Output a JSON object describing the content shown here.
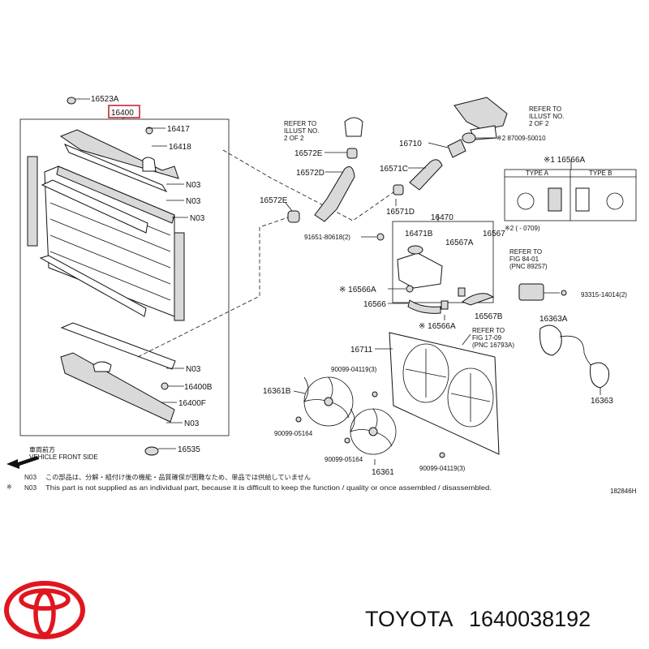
{
  "highlight_color": "#c0182c",
  "logo_color": "#e0161e",
  "labels": {
    "p16523A": "16523A",
    "p16400": "16400",
    "p16417": "16417",
    "p16418": "16418",
    "n03a": "N03",
    "n03b": "N03",
    "n03c": "N03",
    "n03d": "N03",
    "n03e": "N03",
    "p16400B": "16400B",
    "p16400F": "16400F",
    "p16535": "16535",
    "p16572E_a": "16572E",
    "p16572D": "16572D",
    "p16572E_b": "16572E",
    "p16710": "16710",
    "p16571C": "16571C",
    "p16571D": "16571D",
    "p16470": "16470",
    "p16471B": "16471B",
    "p16567A": "16567A",
    "p16567": "16567",
    "p91651": "91651-80618(2)",
    "p16566A_a": "※ 16566A",
    "p16566": "16566",
    "p16566A_b": "※ 16566A",
    "p16567B": "16567B",
    "p16711": "16711",
    "p90099a": "90099-04119(3)",
    "p16361B": "16361B",
    "p90099b": "90099-05164",
    "p90099c": "90099-05164",
    "p16361": "16361",
    "p90099d": "90099-04119(3)",
    "p16363A": "16363A",
    "p16363": "16363",
    "p93315": "93315-14014(2)",
    "p87009": "※2 87009-50010",
    "p16566A_c": "※1 16566A",
    "p_note2": "※2 (     -   0709)",
    "type_a": "TYPE A",
    "type_b": "TYPE B"
  },
  "refer1": [
    "REFER TO",
    "ILLUST NO.",
    "2 OF 2"
  ],
  "refer2": [
    "REFER TO",
    "ILLUST NO.",
    "2 OF 2"
  ],
  "refer3": [
    "REFER TO",
    "FIG 84-01",
    "(PNC 89257)"
  ],
  "refer4": [
    "REFER TO",
    "FIG 17-09",
    "(PNC 16793A)"
  ],
  "front": {
    "jp": "車両前方",
    "en": "VEHICLE FRONT SIDE"
  },
  "notes": [
    {
      "code": "N03",
      "text": "この部品は、分解・組付け後の機能・品質確保が困難なため、単品では供給していません"
    },
    {
      "code": "N03",
      "text": "This part is not supplied as an individual part, because it is difficult to keep the function / quality or once assembled / disassembled."
    }
  ],
  "note_mark": "※",
  "fig_code": "182846H",
  "brand": {
    "name": "TOYOTA",
    "part_number": "1640038192"
  }
}
